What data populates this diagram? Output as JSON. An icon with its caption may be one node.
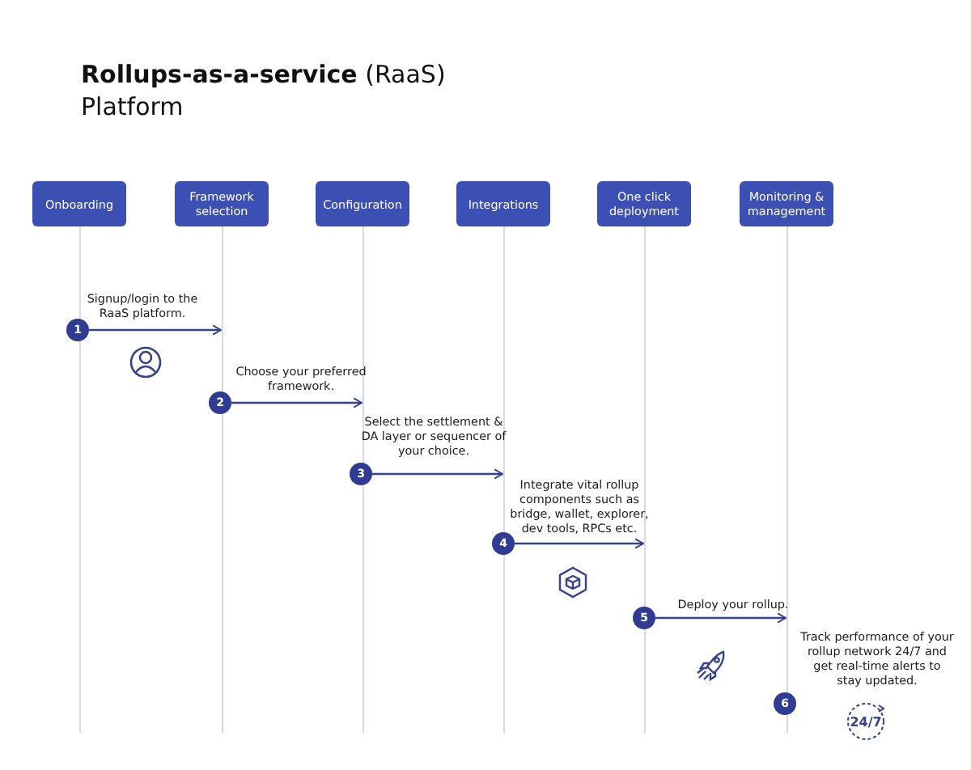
{
  "diagram": {
    "title": "**Rollups-as-a-service** (RaaS) Platform",
    "nodes": [
      {
        "text": [
          "Onboarding"
        ]
      },
      {
        "text": [
          "Framework selection"
        ]
      },
      {
        "text": [
          "Configuration"
        ]
      },
      {
        "text": [
          "Integrations"
        ]
      },
      {
        "text": [
          "One click deployment"
        ]
      },
      {
        "text": [
          "Monitoring & management"
        ]
      },
      {
        "text": [
          "1"
        ]
      },
      {
        "text": [
          "2"
        ]
      },
      {
        "text": [
          "3"
        ]
      },
      {
        "text": [
          "4"
        ]
      },
      {
        "text": [
          "5"
        ]
      },
      {
        "text": [
          "6"
        ],
        "beside": [
          "Track performance of your rollup network 24/7 and get real-time alerts to stay updated."
        ]
      },
      {
        "text": [],
        "shape": "line"
      },
      {
        "text": [],
        "shape": "line"
      },
      {
        "text": [],
        "shape": "line"
      },
      {
        "text": [],
        "shape": "line"
      },
      {
        "text": [],
        "shape": "line"
      },
      {
        "text": [],
        "shape": "line"
      }
    ],
    "edges": [
      {
        "from": 6,
        "to": 13,
        "arrow": "to",
        "label": "Signup/login to the RaaS platform."
      },
      {
        "from": 7,
        "to": 14,
        "arrow": "to",
        "label": "Choose your preferred framework."
      },
      {
        "from": 8,
        "to": 15,
        "arrow": "to",
        "label": "Select the settlement & DA layer or sequencer of your choice."
      },
      {
        "from": 9,
        "to": 16,
        "arrow": "to",
        "label": "Integrate vital rollup components such as bridge, wallet, explorer, dev tools, RPCs etc."
      },
      {
        "from": 10,
        "to": 17,
        "arrow": "to",
        "label": "Deploy your rollup."
      }
    ],
    "labels": [
      "24/7"
    ]
  }
}
